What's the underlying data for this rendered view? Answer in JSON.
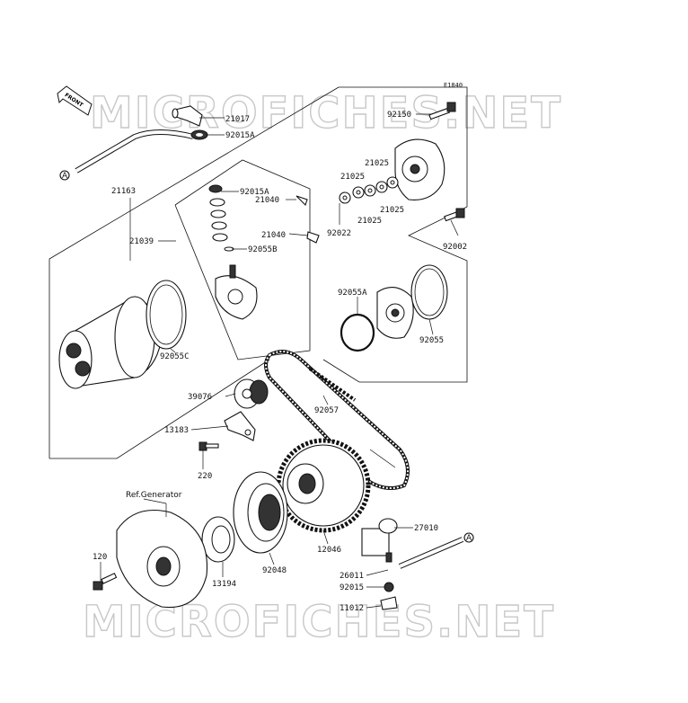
{
  "diagram": {
    "code": "E1840",
    "front_label": "FRONT",
    "watermark": "MICROFICHES.NET",
    "ref_label": "Ref.Generator",
    "connector_mark": "A",
    "parts": [
      {
        "id": "p21017",
        "num": "21017"
      },
      {
        "id": "p92015A_1",
        "num": "92015A"
      },
      {
        "id": "p21163",
        "num": "21163"
      },
      {
        "id": "p92015A_2",
        "num": "92015A"
      },
      {
        "id": "p21040_1",
        "num": "21040"
      },
      {
        "id": "p21039",
        "num": "21039"
      },
      {
        "id": "p21040_2",
        "num": "21040"
      },
      {
        "id": "p92055B",
        "num": "92055B"
      },
      {
        "id": "p92150",
        "num": "92150"
      },
      {
        "id": "p21025_1",
        "num": "21025"
      },
      {
        "id": "p21025_2",
        "num": "21025"
      },
      {
        "id": "p21025_3",
        "num": "21025"
      },
      {
        "id": "p21025_4",
        "num": "21025"
      },
      {
        "id": "p92022",
        "num": "92022"
      },
      {
        "id": "p92002",
        "num": "92002"
      },
      {
        "id": "p92055A",
        "num": "92055A"
      },
      {
        "id": "p92055",
        "num": "92055"
      },
      {
        "id": "p92055C",
        "num": "92055C"
      },
      {
        "id": "p39076",
        "num": "39076"
      },
      {
        "id": "p92057",
        "num": "92057"
      },
      {
        "id": "p13183",
        "num": "13183"
      },
      {
        "id": "p220",
        "num": "220"
      },
      {
        "id": "p27010",
        "num": "27010"
      },
      {
        "id": "p120",
        "num": "120"
      },
      {
        "id": "p13194",
        "num": "13194"
      },
      {
        "id": "p92048",
        "num": "92048"
      },
      {
        "id": "p12046",
        "num": "12046"
      },
      {
        "id": "p26011",
        "num": "26011"
      },
      {
        "id": "p92015",
        "num": "92015"
      },
      {
        "id": "p11012",
        "num": "11012"
      }
    ]
  }
}
